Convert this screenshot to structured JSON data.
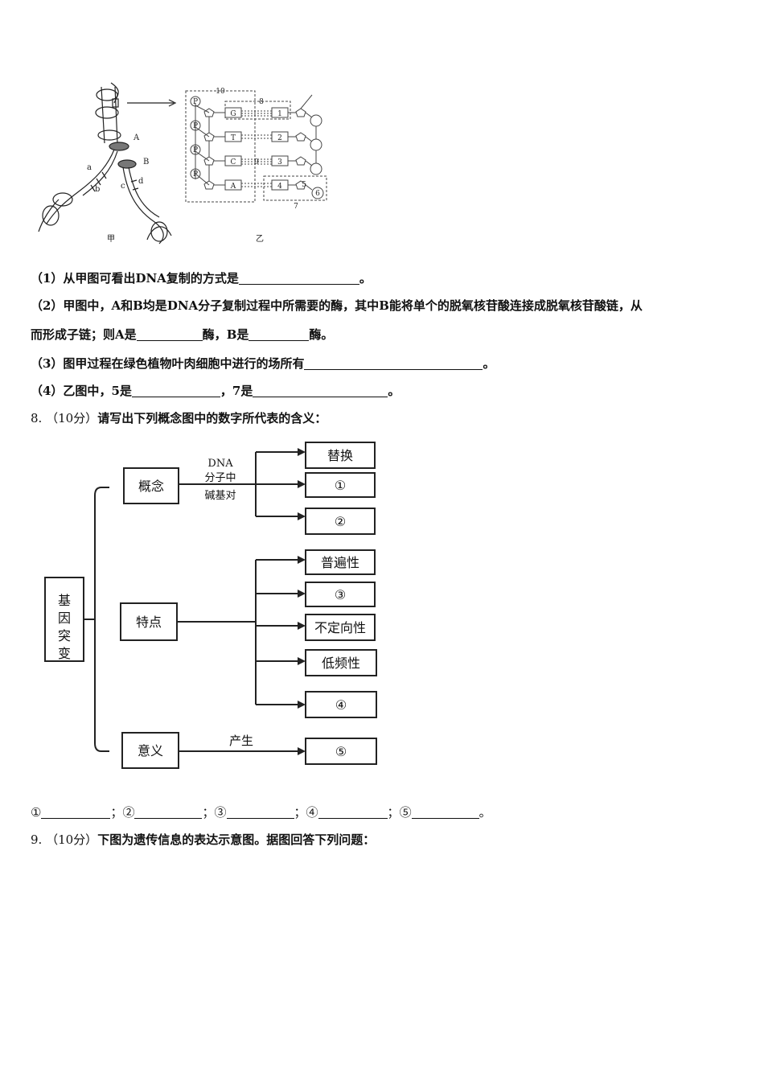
{
  "figure1": {
    "left_caption": "甲",
    "right_caption": "乙",
    "left_labels": [
      "A",
      "B",
      "a",
      "b",
      "c",
      "d"
    ],
    "bases_left": [
      "G",
      "T",
      "C",
      "A"
    ],
    "bases_right": [
      "1",
      "2",
      "3",
      "4"
    ],
    "phosphate": "P",
    "numbers": {
      "n10": "10",
      "n8": "8",
      "n9": "9",
      "n5": "5",
      "n6": "6",
      "n7": "7"
    }
  },
  "q7": {
    "l1a": "（1）从甲图可看出",
    "l1dna": "DNA",
    "l1b": "复制的方式是",
    "l1end": "。",
    "l2a": "（2）甲图中，",
    "l2A": "A",
    "l2b": "和",
    "l2B": "B",
    "l2c": "均是",
    "l2dna": "DNA",
    "l2d": "分子复制过程中所需要的酶，其中",
    "l2B2": "B",
    "l2e": "能将单个的脱氧核苷酸连接成脱氧核苷酸链，从",
    "l3a": "而形成子链；则",
    "l3A": "A",
    "l3b": "是",
    "l3c": "酶，",
    "l3B": "B",
    "l3d": "是",
    "l3e": "酶。",
    "l4a": "（3）图甲过程在绿色植物叶肉细胞中进行的场所有",
    "l4end": "。",
    "l5a": "（4）乙图中，",
    "l55": "5",
    "l5b": "是",
    "l5c": "，",
    "l57": "7",
    "l5d": "是",
    "l5end": "。"
  },
  "q8": {
    "num": "8.",
    "score": "（10分）",
    "text": "请写出下列概念图中的数字所代表的含义：",
    "diagram": {
      "root": "基因突变",
      "branches": [
        "概念",
        "特点",
        "意义"
      ],
      "edge_concept": [
        "DNA",
        "分子中",
        "碱基对"
      ],
      "edge_meaning": "产生",
      "concept_boxes": [
        "替换",
        "①",
        "②"
      ],
      "feature_boxes": [
        "普遍性",
        "③",
        "不定向性",
        "低频性",
        "④"
      ],
      "meaning_boxes": [
        "⑤"
      ]
    },
    "answers": {
      "m1": "①",
      "m2": "②",
      "m3": "③",
      "m4": "④",
      "m5": "⑤",
      "sep": "；",
      "end": "。"
    }
  },
  "q9": {
    "num": "9.",
    "score": "（10分）",
    "text": "下图为遗传信息的表达示意图。据图回答下列问题："
  }
}
